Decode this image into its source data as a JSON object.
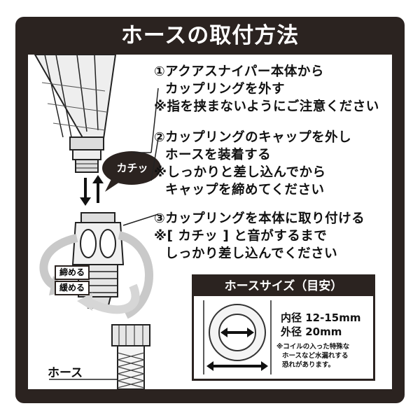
{
  "title": "ホースの取付方法",
  "steps": [
    {
      "lines": [
        "①アクアスナイパー本体から",
        "カップリングを外す",
        "※指を挟まないようにご注意ください"
      ]
    },
    {
      "lines": [
        "②カップリングのキャップを外し",
        "ホースを装着する",
        "※しっかりと差し込んでから",
        "キャップを締めてください"
      ]
    },
    {
      "lines": [
        "③カップリングを本体に取り付ける",
        "※[ カチッ ] と音がするまで",
        "しっかり差し込んでください"
      ]
    }
  ],
  "callout": "カチッ",
  "tags": {
    "tighten": "締める",
    "loosen": "緩める"
  },
  "hose_label": "ホース",
  "size_box": {
    "header": "ホースサイズ（目安）",
    "inner_diameter": "内径 12-15mm",
    "outer_diameter": "外径 20mm",
    "note_lines": [
      "※コイルの入った特殊な",
      "ホースなど水漏れする",
      "恐れがあります。"
    ]
  },
  "colors": {
    "frame": "#2b2320",
    "panel": "#ffffff",
    "text": "#111111",
    "arrow_gray": "#c9c9c9"
  }
}
